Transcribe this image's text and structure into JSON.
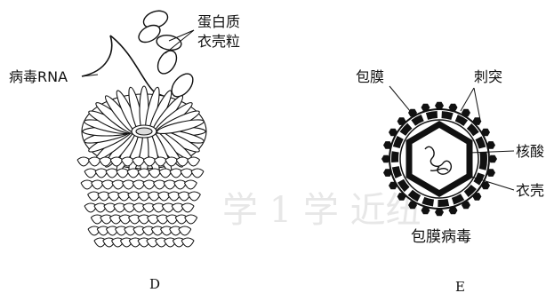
{
  "diagram_d": {
    "label_protein": [
      "蛋白质",
      "衣壳粒"
    ],
    "label_rna": "病毒RNA",
    "panel_letter": "D"
  },
  "diagram_e": {
    "label_envelope": "包膜",
    "label_spike": "刺突",
    "label_nucleic_acid": "核酸",
    "label_capsid": "衣壳",
    "caption": "包膜病毒",
    "panel_letter": "E"
  },
  "watermark": "学 1 学 近纽",
  "colors": {
    "ink": "#111111",
    "watermark": "#d8d8d8",
    "background": "#ffffff"
  }
}
